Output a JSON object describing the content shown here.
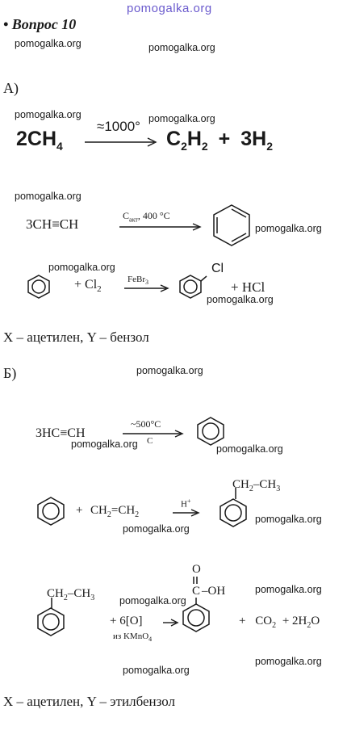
{
  "watermark": "pomogalka.org",
  "header": {
    "title": "• Вопрос 10"
  },
  "section_a": {
    "label": "А)",
    "r1": {
      "left": "2CH",
      "left_sub": "4",
      "cond": "≈1000°",
      "p1": "C",
      "p1_sub1": "2",
      "p1_mid": "H",
      "p1_sub2": "2",
      "plus": "+",
      "p2": "3H",
      "p2_sub": "2"
    },
    "r2": {
      "left": "3CH",
      "triple": "≡",
      "right": "CH",
      "cond_c": "C",
      "cond_sub": "акт",
      "cond_t": ", 400 °C"
    },
    "r3": {
      "plus1": "+ Cl",
      "cl_sub": "2",
      "cond": "FeBr",
      "cond_sub": "3",
      "subst": "Cl",
      "plus2": "+ HCl"
    },
    "answer": "X – ацетилен, Y – бензол"
  },
  "section_b": {
    "label": "Б)",
    "r1": {
      "left": "3HC",
      "triple": "≡",
      "right": "CH",
      "cond_top": "~500°C",
      "cond_bottom": "C"
    },
    "r2": {
      "plus": "+",
      "reagent": "CH",
      "reagent_sub": "2",
      "dbl": "=",
      "reagent2": "CH",
      "reagent2_sub": "2",
      "cond": "H",
      "cond_sup": "+",
      "subst": "CH",
      "subst_sub": "2",
      "subst2": "–CH",
      "subst2_sub": "3"
    },
    "r3": {
      "subst": "CH",
      "subst_sub": "2",
      "subst2": "–CH",
      "subst2_sub": "3",
      "ox": "+ 6[O]",
      "ox_note": "из KMnO",
      "ox_note_sub": "4",
      "acid_o": "O",
      "acid_oh": "–OH",
      "acid_c": "C",
      "plus1": "+",
      "co2": "CO",
      "co2_sub": "2",
      "plus2": "+ 2H",
      "h2o_sub": "2",
      "h2o": "O"
    },
    "answer": "X – ацетилен, Y – этилбензол"
  }
}
